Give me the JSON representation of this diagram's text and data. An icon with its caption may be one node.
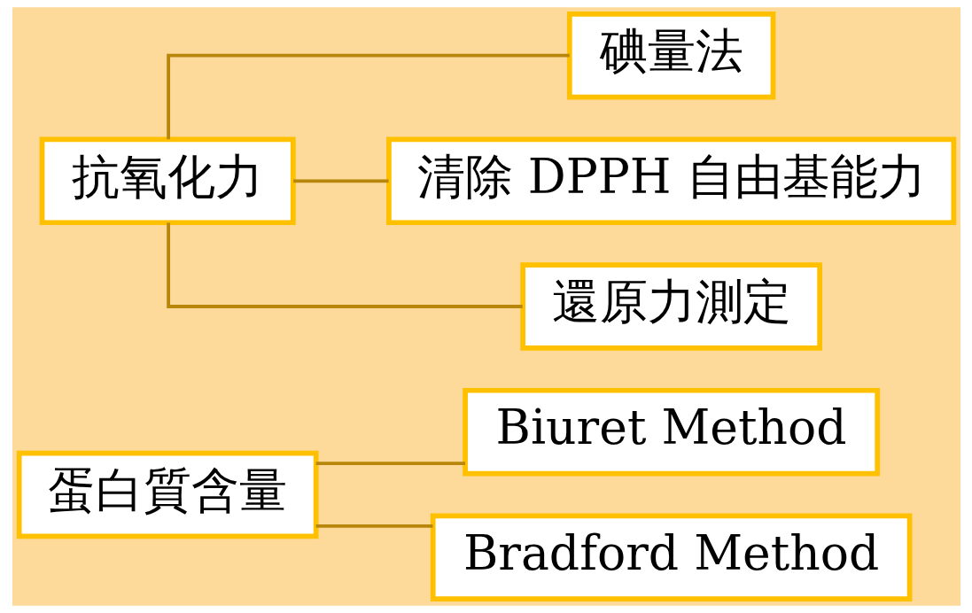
{
  "diagram": {
    "nodes": [
      {
        "text": [
          "蛋白質含量"
        ]
      },
      {
        "text": [
          "Biuret Method"
        ]
      },
      {
        "text": [
          "Bradford Method"
        ]
      },
      {
        "text": [
          "抗氧化力"
        ]
      },
      {
        "text": [
          "碘量法"
        ]
      },
      {
        "text": [
          "清除 DPPH 自由基能力"
        ]
      },
      {
        "text": [
          "還原力測定"
        ]
      }
    ],
    "edges": [
      {
        "from": 0,
        "to": 1,
        "arrow": "none"
      },
      {
        "from": 0,
        "to": 2,
        "arrow": "none"
      },
      {
        "from": 3,
        "to": 4,
        "arrow": "none"
      },
      {
        "from": 3,
        "to": 5,
        "arrow": "none"
      },
      {
        "from": 3,
        "to": 6,
        "arrow": "none"
      }
    ]
  }
}
